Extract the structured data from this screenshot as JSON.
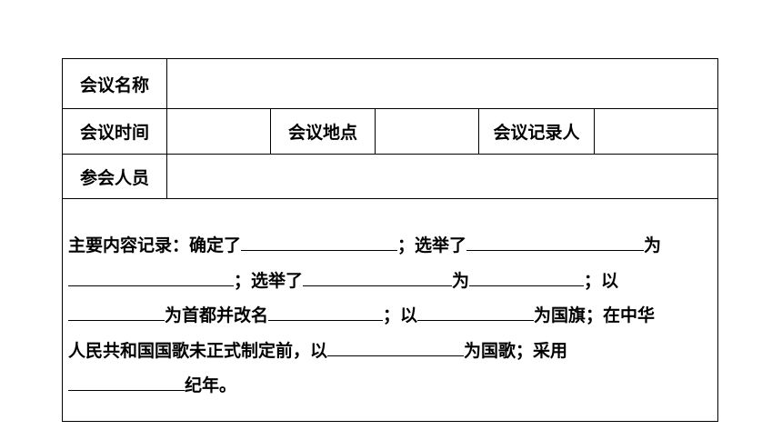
{
  "rows": {
    "meeting_name_label": "会议名称",
    "meeting_time_label": "会议时间",
    "meeting_place_label": "会议地点",
    "recorder_label": "会议记录人",
    "attendees_label": "参会人员"
  },
  "content": {
    "l1_a": "主要内容记录：确定了",
    "l1_b": "；选举了",
    "l1_c": "为",
    "l2_a": "；选举了",
    "l2_b": "为",
    "l2_c": "；以",
    "l3_a": "为首都并改名",
    "l3_b": "；以",
    "l3_c": "为国旗；在中华",
    "l4_a": "人民共和国国歌未正式制定前，以",
    "l4_b": "为国歌；采用",
    "l5_a": "纪年。"
  }
}
